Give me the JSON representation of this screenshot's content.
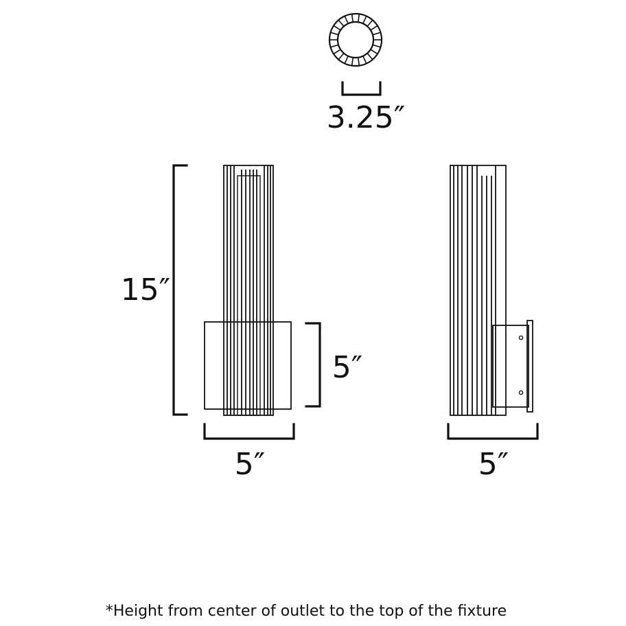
{
  "dimensions": {
    "top_diameter": "3.25″",
    "height": "15″",
    "backplate_height": "5″",
    "front_width": "5″",
    "side_depth": "5″"
  },
  "footnote": "*Height from center of outlet to the top of the fixture",
  "colors": {
    "ink": "#111111",
    "background": "#ffffff"
  }
}
